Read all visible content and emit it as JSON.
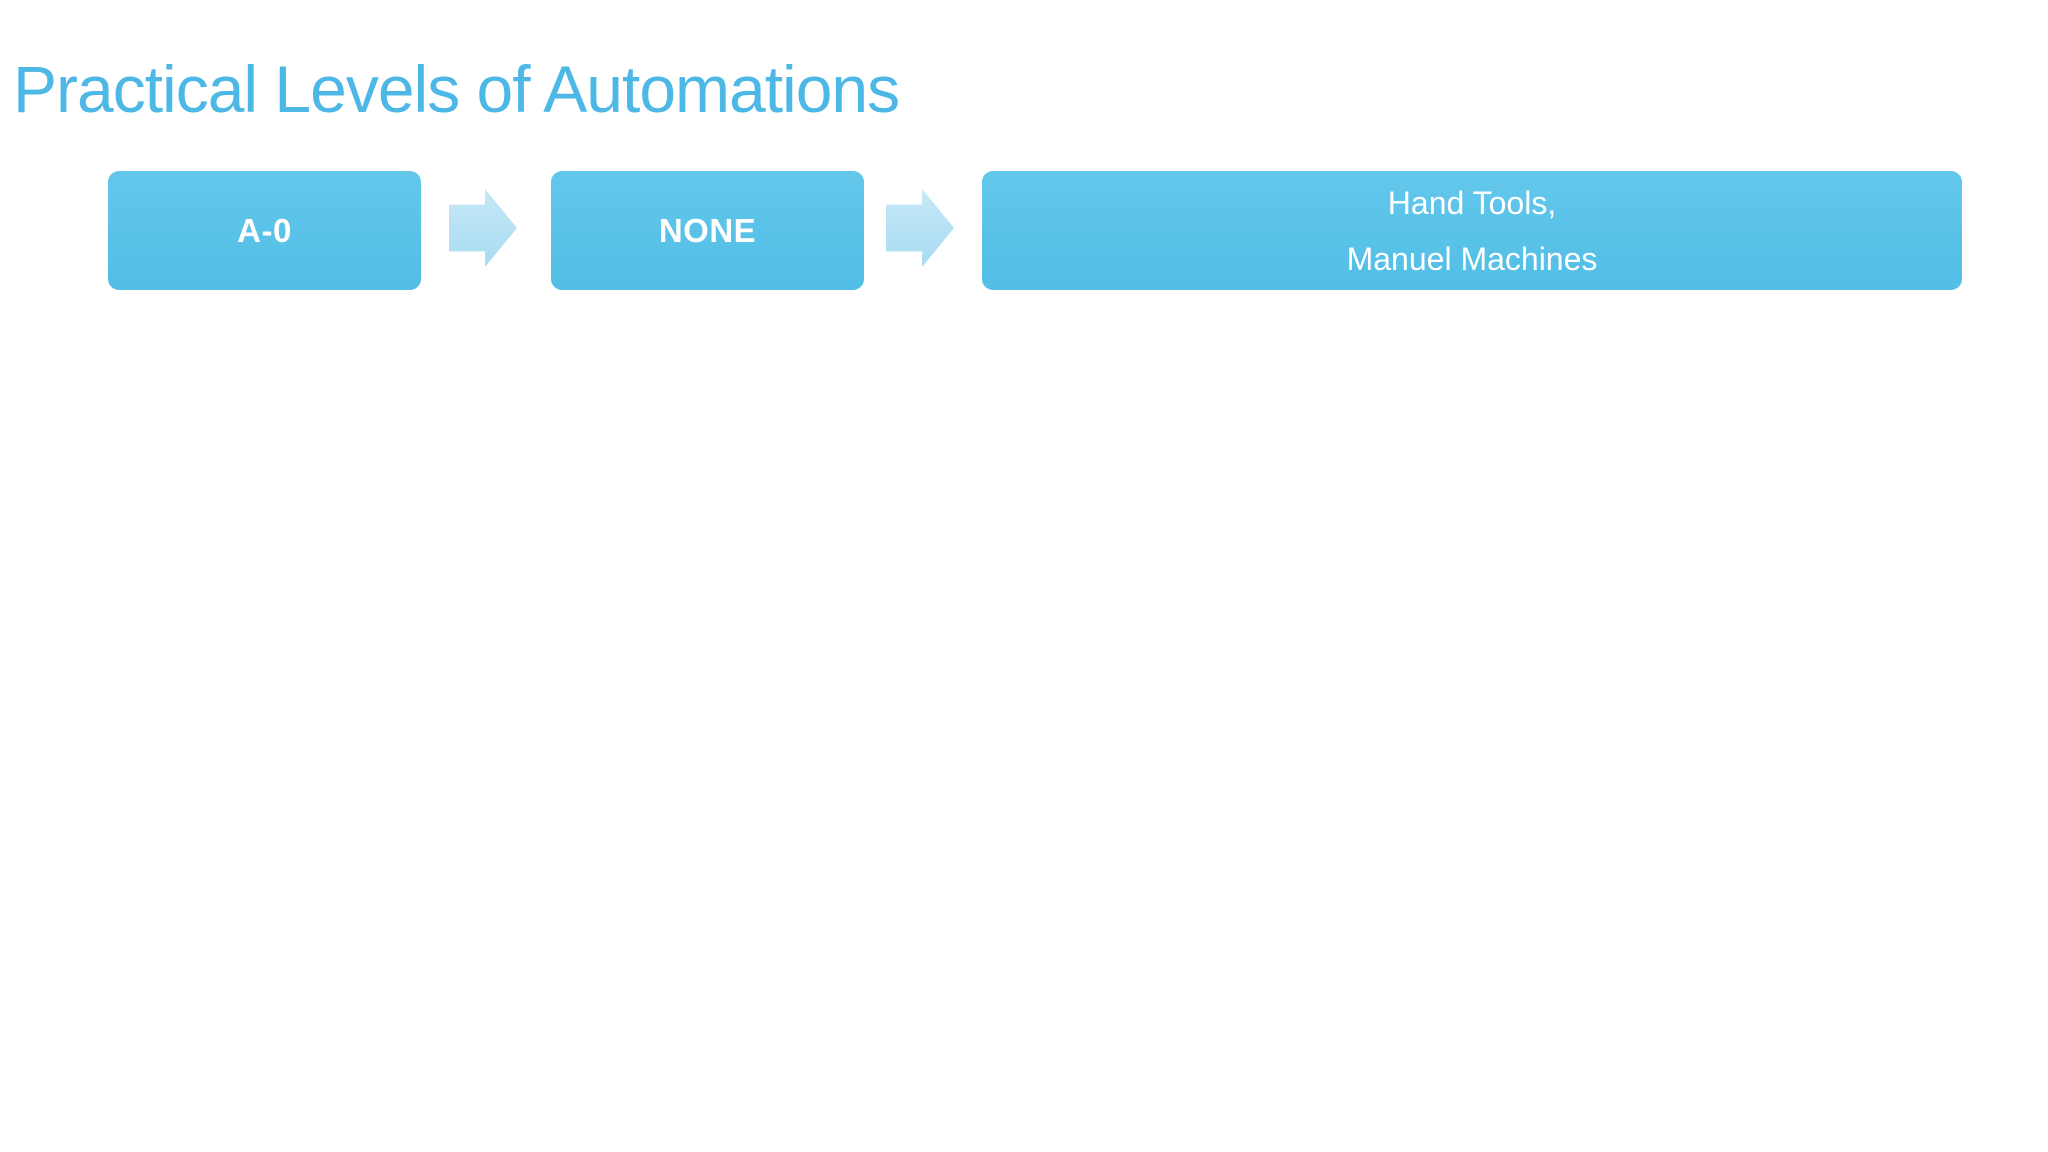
{
  "slide": {
    "title": "Practical Levels of Automations",
    "flow_boxes": [
      {
        "name": "level-code",
        "line1": "A-0",
        "line2": ""
      },
      {
        "name": "automation-level",
        "line1": "NONE",
        "line2": ""
      },
      {
        "name": "equipment-example",
        "line1": "Hand Tools,",
        "line2": "Manuel Machines"
      }
    ],
    "arrows": [
      "arrow-right-icon",
      "arrow-right-icon"
    ]
  },
  "colors": {
    "title_text": "#4db7e6",
    "box_fill_top": "#63c7eb",
    "box_fill_bottom": "#52bee6",
    "box_text": "#ffffff",
    "arrow_fill_top": "#c6e8f7",
    "arrow_fill_bottom": "#a8dbf2",
    "page_bg": "#ffffff"
  }
}
